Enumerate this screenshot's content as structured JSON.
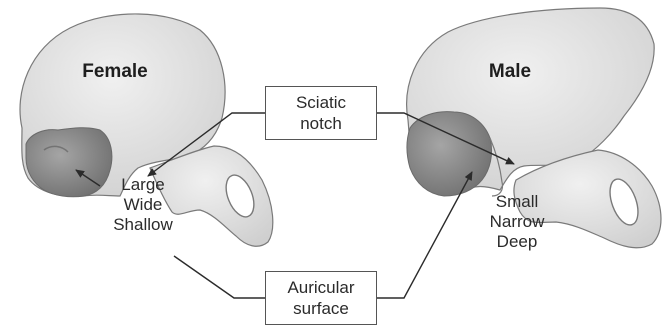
{
  "female": {
    "title": "Female",
    "notch_lines": [
      "Large",
      "Wide",
      "Shallow"
    ]
  },
  "male": {
    "title": "Male",
    "notch_lines": [
      "Small",
      "Narrow",
      "Deep"
    ]
  },
  "labels": {
    "sciatic_notch": [
      "Sciatic",
      "notch"
    ],
    "auricular_surface": [
      "Auricular",
      "surface"
    ]
  },
  "colors": {
    "bone_fill": "#e3e3e3",
    "bone_stroke": "#7a7a7a",
    "auricular_fill": "#8a8a8a",
    "line": "#2b2b2b"
  }
}
